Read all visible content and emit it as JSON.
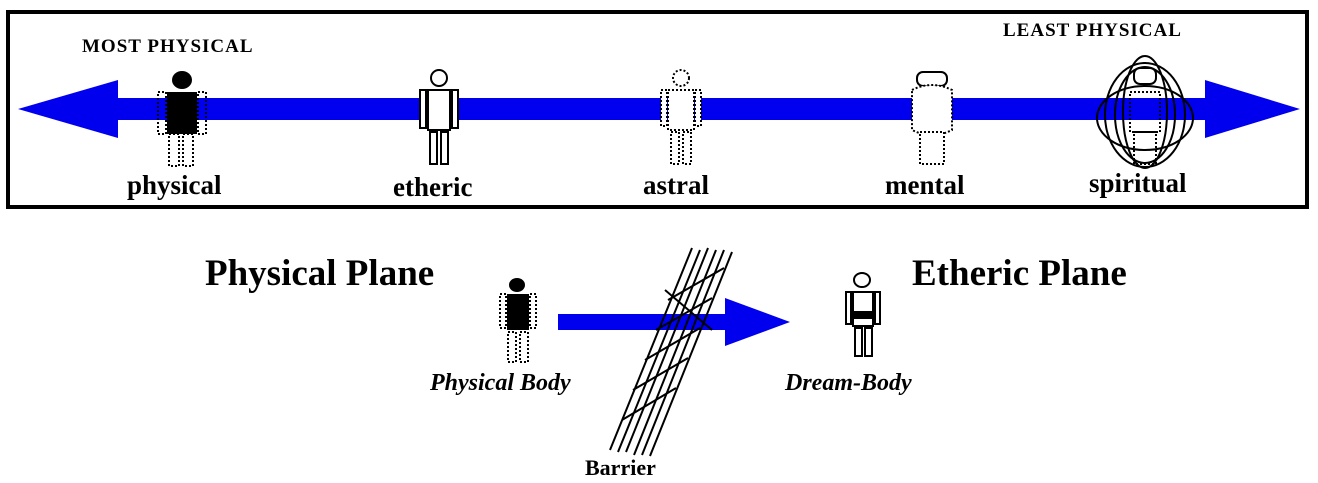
{
  "spectrum": {
    "left_heading": "MOST PHYSICAL",
    "right_heading": "LEAST PHYSICAL",
    "bodies": [
      "physical",
      "etheric",
      "astral",
      "mental",
      "spiritual"
    ]
  },
  "transition": {
    "from_plane": "Physical Plane",
    "to_plane": "Etheric Plane",
    "from_body": "Physical Body",
    "to_body": "Dream-Body",
    "barrier": "Barrier"
  },
  "colors": {
    "arrow": "#0000ee",
    "frame": "#000000"
  }
}
